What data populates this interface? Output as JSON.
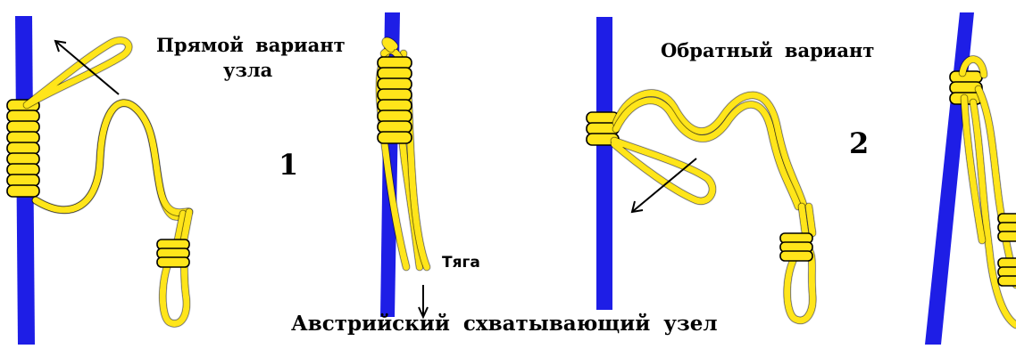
{
  "labels": {
    "direct_variant_line1": "Прямой вариант",
    "direct_variant_line2": "узла",
    "reverse_variant": "Обратный вариант",
    "step_1": "1",
    "step_2": "2",
    "pull": "Тяга",
    "title": "Австрийский схватывающий узел"
  },
  "colors": {
    "background": "#ffffff",
    "pole": "#1e1ee6",
    "rope_fill": "#ffe51a",
    "rope_outline": "#000000",
    "arrow": "#000000"
  }
}
